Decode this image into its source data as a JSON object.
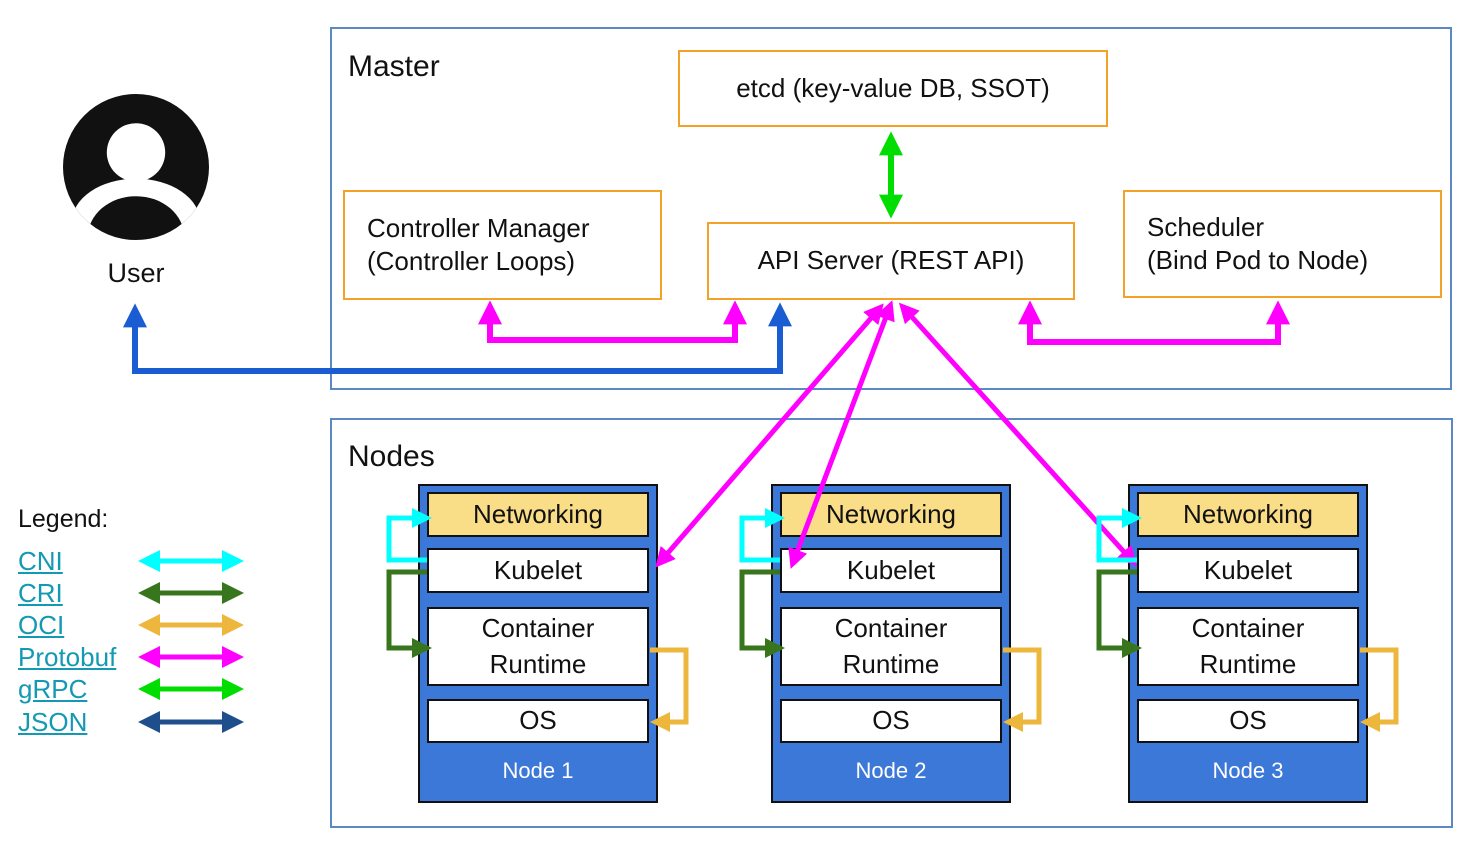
{
  "master": {
    "title": "Master",
    "etcd": "etcd (key-value DB, SSOT)",
    "api_server": "API Server (REST API)",
    "controller_manager": [
      "Controller Manager",
      "(Controller Loops)"
    ],
    "scheduler": [
      "Scheduler",
      "(Bind Pod to Node)"
    ]
  },
  "user": {
    "label": "User"
  },
  "nodes": {
    "title": "Nodes",
    "items": [
      {
        "name": "Node 1",
        "layers": [
          "Networking",
          "Kubelet",
          "Container Runtime",
          "OS"
        ]
      },
      {
        "name": "Node 2",
        "layers": [
          "Networking",
          "Kubelet",
          "Container Runtime",
          "OS"
        ]
      },
      {
        "name": "Node 3",
        "layers": [
          "Networking",
          "Kubelet",
          "Container Runtime",
          "OS"
        ]
      }
    ]
  },
  "legend": {
    "title": "Legend:",
    "items": [
      {
        "label": "CNI",
        "color": "#00FFFF"
      },
      {
        "label": "CRI",
        "color": "#38761D"
      },
      {
        "label": "OCI",
        "color": "#EDB73D"
      },
      {
        "label": "Protobuf",
        "color": "#FF00FF"
      },
      {
        "label": "gRPC",
        "color": "#00DD00"
      },
      {
        "label": "JSON",
        "color": "#1F4E8C"
      }
    ]
  },
  "colors": {
    "box_border_orange": "#F4A127",
    "container_border_blue": "#5C88C5",
    "node_fill": "#3C78D8",
    "networking_fill": "#FADD87",
    "user_arrow_blue": "#1A5CD2",
    "protobuf_magenta": "#FF00FF",
    "grpc_green": "#00DD00",
    "cni_cyan": "#00FFFF",
    "cri_dark_green": "#38761D",
    "oci_gold": "#EDB73D",
    "json_navy": "#1F4E8C",
    "legend_link_teal": "#1499B5"
  }
}
